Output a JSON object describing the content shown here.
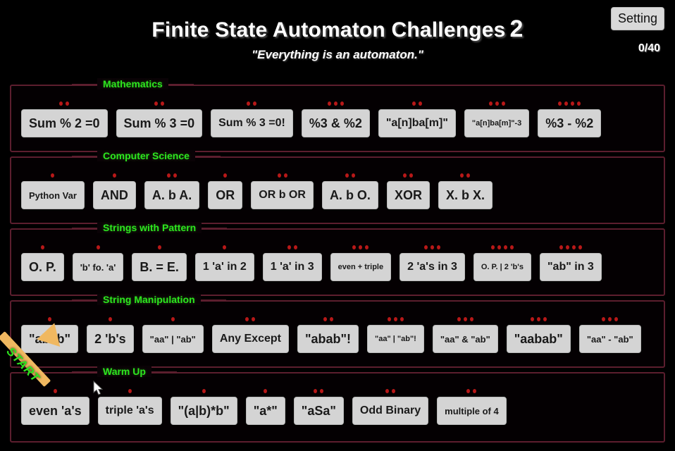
{
  "header": {
    "title": "Finite State Automaton Challenges",
    "title_number": "2",
    "subtitle": "\"Everything is an automaton.\"",
    "setting_label": "Setting",
    "score": "0/40"
  },
  "overlay": {
    "start_label": "START",
    "arrow_icon": "start-arrow-icon",
    "cursor_icon": "mouse-cursor-icon"
  },
  "colors": {
    "background": "#000000",
    "section_border": "#5c1e2e",
    "section_label": "#2ee61f",
    "chip_face": "#d4d4d4",
    "chip_text": "#1a1a1a",
    "difficulty_dot": "#b81818",
    "arrow": "#f0b860",
    "title_text": "#ffffff"
  },
  "sections": [
    {
      "label": "Mathematics",
      "items": [
        {
          "label": "Sum % 2 =0",
          "difficulty": 2,
          "size": "s-lg"
        },
        {
          "label": "Sum % 3 =0",
          "difficulty": 2,
          "size": "s-lg"
        },
        {
          "label": "Sum % 3 =0!",
          "difficulty": 2,
          "size": "s-md"
        },
        {
          "label": "%3 & %2",
          "difficulty": 3,
          "size": "s-lg"
        },
        {
          "label": "\"a[n]ba[m]\"",
          "difficulty": 2,
          "size": "s-md"
        },
        {
          "label": "\"a[n]ba[m]\"-3",
          "difficulty": 3,
          "size": "s-xs"
        },
        {
          "label": "%3 - %2",
          "difficulty": 4,
          "size": "s-lg"
        }
      ]
    },
    {
      "label": "Computer Science",
      "items": [
        {
          "label": "Python Var",
          "difficulty": 1,
          "size": "s-sm"
        },
        {
          "label": "AND",
          "difficulty": 1,
          "size": "s-lg"
        },
        {
          "label": "A. b A.",
          "difficulty": 2,
          "size": "s-lg"
        },
        {
          "label": "OR",
          "difficulty": 1,
          "size": "s-lg"
        },
        {
          "label": "OR b OR",
          "difficulty": 2,
          "size": "s-md"
        },
        {
          "label": "A. b O.",
          "difficulty": 2,
          "size": "s-lg"
        },
        {
          "label": "XOR",
          "difficulty": 2,
          "size": "s-lg"
        },
        {
          "label": "X. b X.",
          "difficulty": 2,
          "size": "s-lg"
        }
      ]
    },
    {
      "label": "Strings with Pattern",
      "items": [
        {
          "label": "O. P.",
          "difficulty": 1,
          "size": "s-lg"
        },
        {
          "label": "'b' fo. 'a'",
          "difficulty": 1,
          "size": "s-sm"
        },
        {
          "label": "B. = E.",
          "difficulty": 1,
          "size": "s-lg"
        },
        {
          "label": "1 'a' in 2",
          "difficulty": 1,
          "size": "s-md"
        },
        {
          "label": "1 'a' in 3",
          "difficulty": 2,
          "size": "s-md"
        },
        {
          "label": "even + triple",
          "difficulty": 3,
          "size": "s-xs"
        },
        {
          "label": "2 'a's in 3",
          "difficulty": 3,
          "size": "s-md"
        },
        {
          "label": "O. P. | 2 'b's",
          "difficulty": 4,
          "size": "s-xs"
        },
        {
          "label": "\"ab\" in 3",
          "difficulty": 4,
          "size": "s-md"
        }
      ]
    },
    {
      "label": "String Manipulation",
      "items": [
        {
          "label": "\"abab\"",
          "difficulty": 1,
          "size": "s-lg"
        },
        {
          "label": "2 'b's",
          "difficulty": 1,
          "size": "s-lg"
        },
        {
          "label": "\"aa\" | \"ab\"",
          "difficulty": 1,
          "size": "s-sm"
        },
        {
          "label": "Any Except",
          "difficulty": 2,
          "size": "s-md"
        },
        {
          "label": "\"abab\"!",
          "difficulty": 2,
          "size": "s-lg"
        },
        {
          "label": "\"aa\" | \"ab\"!",
          "difficulty": 3,
          "size": "s-xs"
        },
        {
          "label": "\"aa\" & \"ab\"",
          "difficulty": 3,
          "size": "s-sm"
        },
        {
          "label": "\"aabab\"",
          "difficulty": 3,
          "size": "s-lg"
        },
        {
          "label": "\"aa\" - \"ab\"",
          "difficulty": 3,
          "size": "s-sm"
        }
      ]
    },
    {
      "label": "Warm Up",
      "items": [
        {
          "label": "even 'a's",
          "difficulty": 1,
          "size": "s-lg"
        },
        {
          "label": "triple 'a's",
          "difficulty": 1,
          "size": "s-md"
        },
        {
          "label": "\"(a|b)*b\"",
          "difficulty": 1,
          "size": "s-lg"
        },
        {
          "label": "\"a*\"",
          "difficulty": 1,
          "size": "s-lg"
        },
        {
          "label": "\"aSa\"",
          "difficulty": 2,
          "size": "s-lg"
        },
        {
          "label": "Odd Binary",
          "difficulty": 2,
          "size": "s-md"
        },
        {
          "label": "multiple of 4",
          "difficulty": 2,
          "size": "s-sm"
        }
      ]
    }
  ]
}
